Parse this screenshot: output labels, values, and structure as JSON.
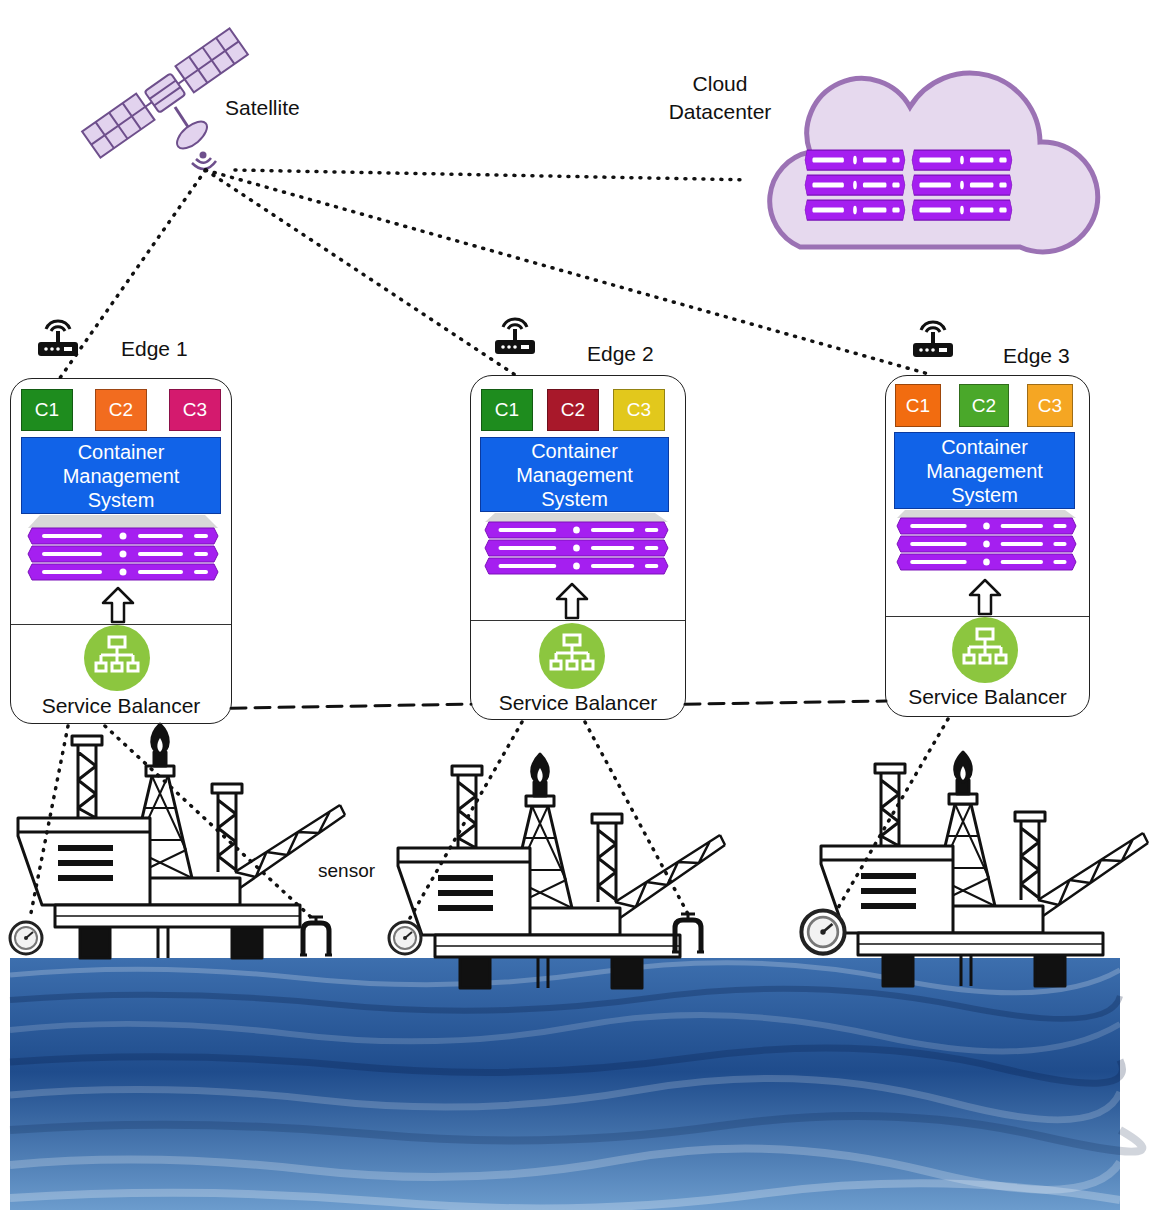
{
  "diagram": {
    "nodes": [
      {
        "text": [
          "Satellite"
        ]
      },
      {
        "text": [
          "Cloud Datacenter"
        ]
      },
      {
        "text": [
          "Edge 1"
        ]
      },
      {
        "text": [
          "C1"
        ],
        "in": 2
      },
      {
        "text": [
          "C2"
        ],
        "in": 2
      },
      {
        "text": [
          "C3"
        ],
        "in": 2
      },
      {
        "text": [
          "Container Management System"
        ],
        "in": 2
      },
      {
        "text": [
          "Service Balancer"
        ],
        "in": 2
      },
      {
        "text": [
          "Edge 2"
        ]
      },
      {
        "text": [
          "C1"
        ],
        "in": 8
      },
      {
        "text": [
          "C2"
        ],
        "in": 8
      },
      {
        "text": [
          "C3"
        ],
        "in": 8
      },
      {
        "text": [
          "Container Management System"
        ],
        "in": 8
      },
      {
        "text": [
          "Service Balancer"
        ],
        "in": 8
      },
      {
        "text": [
          "Edge 3"
        ]
      },
      {
        "text": [
          "C1"
        ],
        "in": 14
      },
      {
        "text": [
          "C2"
        ],
        "in": 14
      },
      {
        "text": [
          "C3"
        ],
        "in": 14
      },
      {
        "text": [
          "Container Management System"
        ],
        "in": 14
      },
      {
        "text": [
          "Service Balancer"
        ],
        "in": 14
      }
    ],
    "edges": [
      {
        "from": 0,
        "to": 1,
        "arrow": "none"
      },
      {
        "from": 0,
        "to": 2,
        "arrow": "none"
      },
      {
        "from": 0,
        "to": 8,
        "arrow": "none"
      },
      {
        "from": 0,
        "to": 14,
        "arrow": "none"
      },
      {
        "from": 7,
        "to": 13,
        "arrow": "none"
      },
      {
        "from": 13,
        "to": 19,
        "arrow": "none"
      }
    ],
    "labels": [
      "sensor"
    ]
  }
}
